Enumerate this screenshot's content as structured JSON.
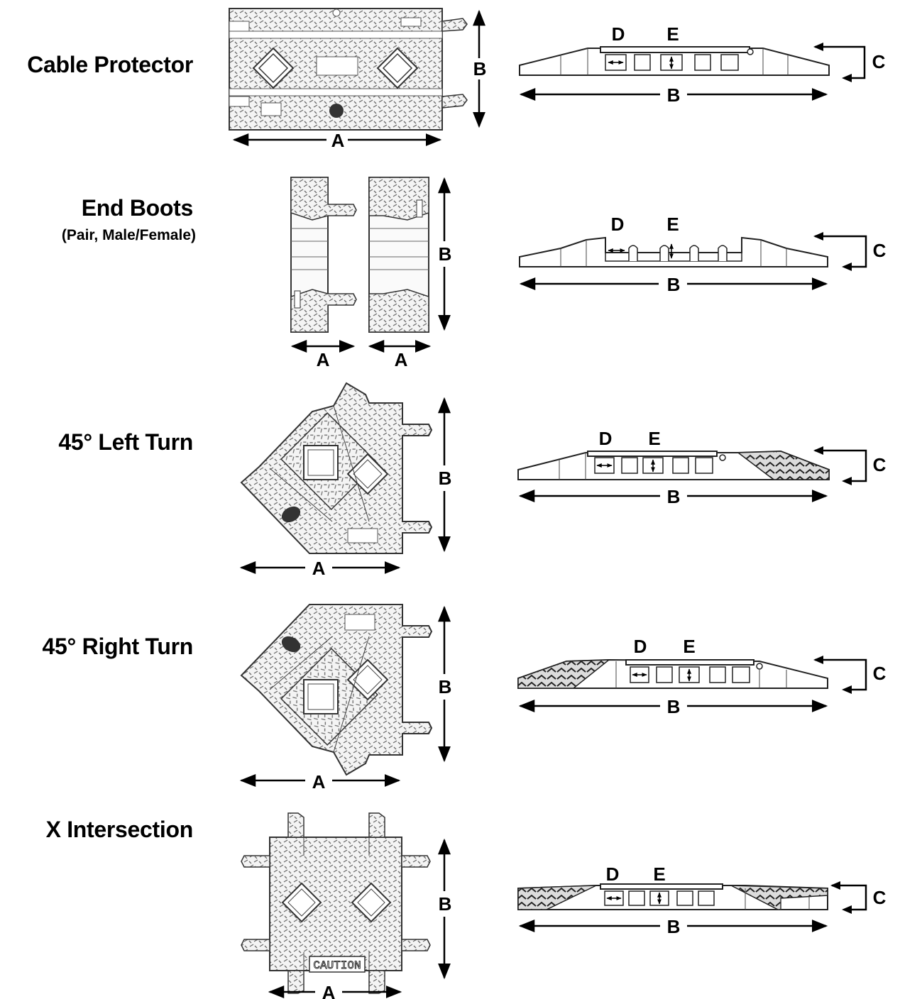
{
  "rows": [
    {
      "id": "cable-protector",
      "title": "Cable Protector",
      "subtitle": ""
    },
    {
      "id": "end-boots",
      "title": "End Boots",
      "subtitle": "(Pair, Male/Female)"
    },
    {
      "id": "left-turn",
      "title": "45° Left Turn",
      "subtitle": ""
    },
    {
      "id": "right-turn",
      "title": "45° Right Turn",
      "subtitle": ""
    },
    {
      "id": "x-intersection",
      "title": "X Intersection",
      "subtitle": ""
    }
  ],
  "dimension_labels": {
    "a": "A",
    "b": "B",
    "c": "C",
    "d": "D",
    "e": "E"
  },
  "x_intersection_plate": "CAUTION"
}
